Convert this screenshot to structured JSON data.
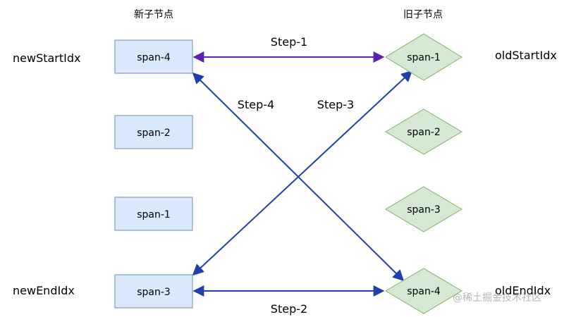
{
  "headers": {
    "new_nodes": "新子节点",
    "old_nodes": "旧子节点"
  },
  "pointers": {
    "new_start": "newStartIdx",
    "new_end": "newEndIdx",
    "old_start": "oldStartIdx",
    "old_end": "oldEndIdx"
  },
  "new_nodes": [
    "span-4",
    "span-2",
    "span-1",
    "span-3"
  ],
  "old_nodes": [
    "span-1",
    "span-2",
    "span-3",
    "span-4"
  ],
  "steps": {
    "step1": "Step-1",
    "step2": "Step-2",
    "step3": "Step-3",
    "step4": "Step-4"
  },
  "watermark": "@稀土掘金技术社区",
  "colors": {
    "rect_fill": "#dae8fc",
    "rect_stroke": "#6c8ebf",
    "diamond_fill": "#d5e8d4",
    "diamond_stroke": "#82b366",
    "arrow_purple": "#5b21b6",
    "arrow_blue": "#1f3fae"
  }
}
